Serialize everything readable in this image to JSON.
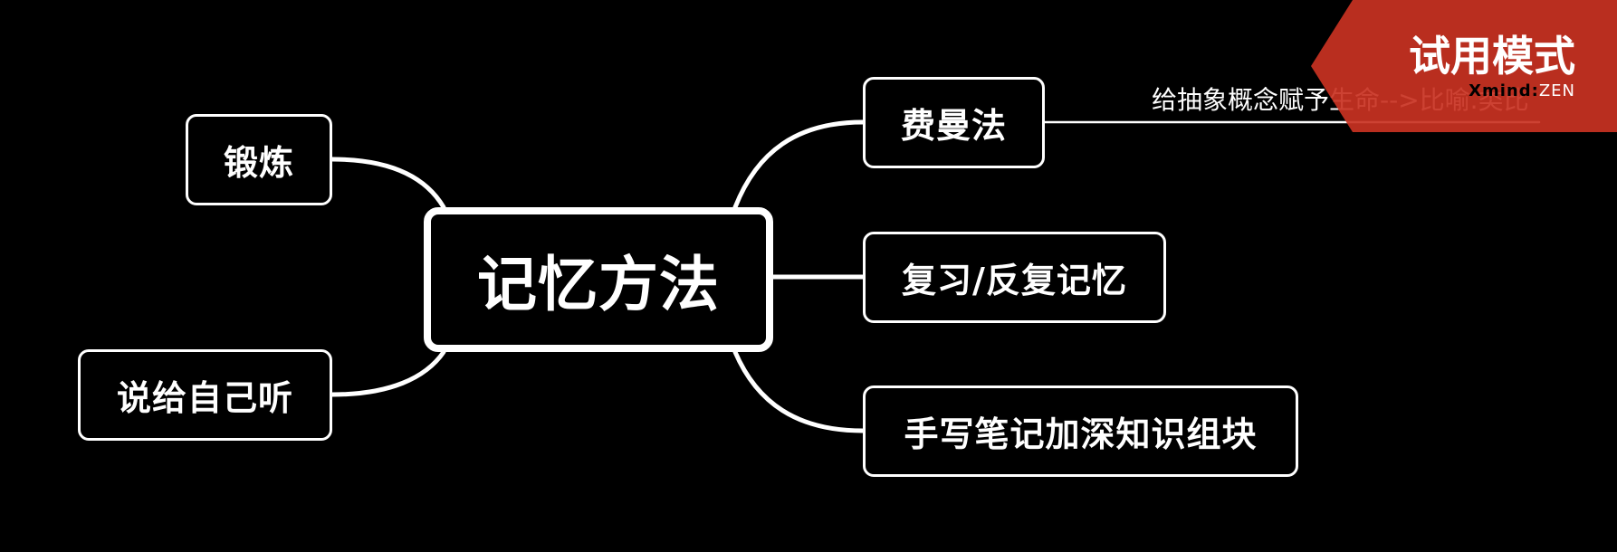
{
  "mindmap": {
    "central": "记忆方法",
    "right_branches": [
      {
        "label": "费曼法",
        "annotation": "给抽象概念赋予生命-->比喻.类比"
      },
      {
        "label": "复习/反复记忆"
      },
      {
        "label": "手写笔记加深知识组块"
      }
    ],
    "left_branches": [
      {
        "label": "锻炼"
      },
      {
        "label": "说给自己听"
      }
    ]
  },
  "watermark": {
    "title": "试用模式",
    "brand_bold": "Xmind",
    "brand_sep": ":",
    "brand_rest": "ZEN",
    "color": "#c93222"
  }
}
